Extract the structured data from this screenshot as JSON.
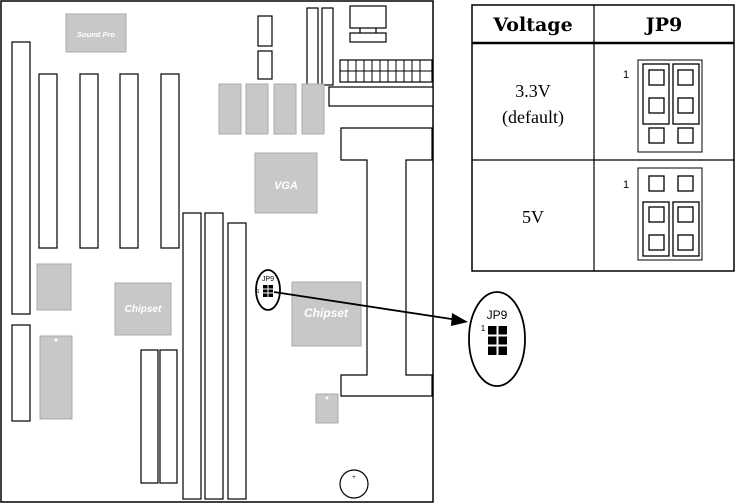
{
  "board": {
    "sound_chip_label": "Sound Pro",
    "vga_chip_label": "VGA",
    "chipset_small_label": "Chipset",
    "chipset_large_label": "Chipset",
    "jumper_label": "JP9",
    "jumper_pin_one": "1",
    "battery_symbol": "+"
  },
  "callout": {
    "label": "JP9",
    "pin_one": "1"
  },
  "table": {
    "headers": [
      "Voltage",
      "JP9"
    ],
    "rows": [
      {
        "voltage_lines": [
          "3.3V",
          "(default)"
        ],
        "pin_one": "1",
        "jumper_caps": "pins 1-2"
      },
      {
        "voltage_lines": [
          "5V"
        ],
        "pin_one": "1",
        "jumper_caps": "pins 2-3"
      }
    ]
  },
  "colors": {
    "line": "#000000",
    "chip_fill": "#c8c8c8",
    "background": "#ffffff"
  }
}
